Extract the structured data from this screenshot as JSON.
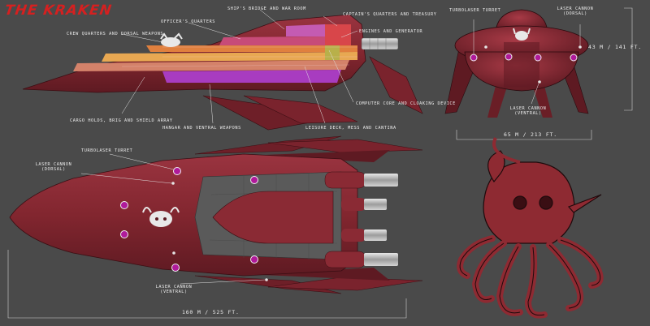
{
  "title": "THE KRAKEN",
  "side_view": {
    "labels": {
      "bridge": "SHIP'S BRIDGE AND WAR ROOM",
      "captain": "CAPTAIN'S QUARTERS AND TREASURY",
      "officers": "OFFICER'S QUARTERS",
      "crew": "CREW QUARTERS AND  DORSAL WEAPONS",
      "engines": "ENGINES AND GENERATOR",
      "computer": "COMPUTER CORE AND CLOAKING DEVICE",
      "cargo": "CARGO HOLDS, BRIG AND SHIELD ARRAY",
      "hangar": "HANGAR AND VENTRAL WEAPONS",
      "leisure": "LEISURE DECK, MESS AND CANTINA"
    }
  },
  "front_view": {
    "turret": "TURBOLASER TURRET",
    "cannon_dorsal": [
      "LASER CANNON",
      "(DORSAL)"
    ],
    "cannon_ventral": [
      "LASER CANNON",
      "(VENTRAL)"
    ],
    "height": "43 M / 141 FT.",
    "width": "65 M / 213 FT."
  },
  "top_view": {
    "turret": "TURBOLASER TURRET",
    "cannon_dorsal": [
      "LASER CANNON",
      "(DORSAL)"
    ],
    "cannon_ventral": [
      "LASER CANNON",
      "(VENTRAL)"
    ],
    "length": "160 M / 525 FT."
  },
  "colors": {
    "background": "#4a4a4a",
    "hull": "#8a2a34",
    "title": "#d52020",
    "hardpoint": "#b01a9a"
  }
}
